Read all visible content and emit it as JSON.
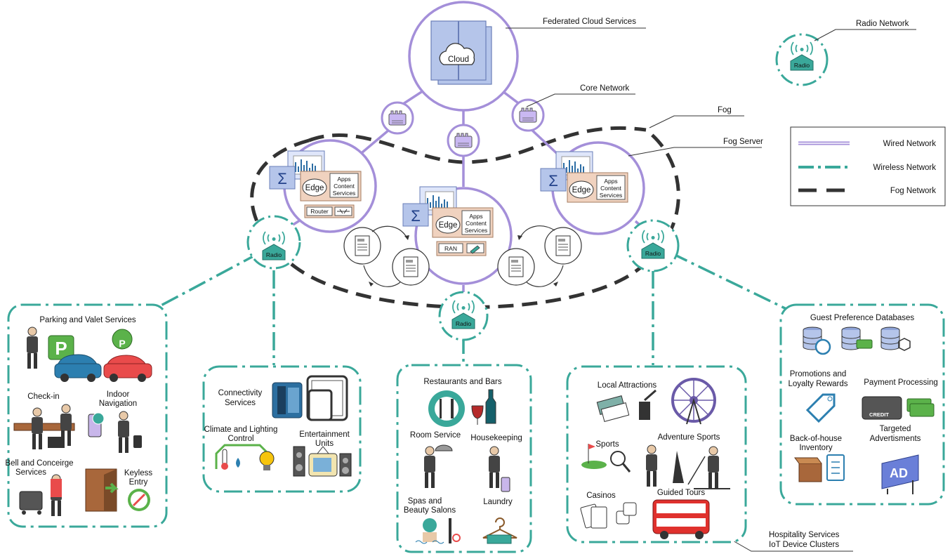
{
  "colors": {
    "wired": "#a48fd9",
    "wired_dark": "#6a55a8",
    "wireless": "#3aa89a",
    "fog": "#333333",
    "edge_fill": "#f0d2bf",
    "cloud_fill": "#b5c5ea",
    "router_fill": "#c9b8f2"
  },
  "callouts": {
    "cloud": "Federated Cloud Services",
    "core": "Core Network",
    "fog": "Fog",
    "fog_server": "Fog Server",
    "radio_network": "Radio Network",
    "iot_line1": "Hospitality Services",
    "iot_line2": "IoT Device Clusters"
  },
  "cloud_label": "Cloud",
  "fog_node": {
    "edge": "Edge",
    "apps_line1": "Apps",
    "apps_line2": "Content",
    "apps_line3": "Services",
    "router": "Router",
    "ran": "RAN"
  },
  "radio_label": "Radio",
  "legend": {
    "wired": "Wired Network",
    "wireless": "Wireless Network",
    "fog": "Fog Network"
  },
  "clusters": {
    "parking": {
      "title": "Parking and Valet Services",
      "checkin": "Check-in",
      "indoor_1": "Indoor",
      "indoor_2": "Navigation",
      "bell_1": "Bell and Conceirge",
      "bell_2": "Services",
      "keyless_1": "Keyless",
      "keyless_2": "Entry",
      "parking_sign": "P"
    },
    "connectivity": {
      "conn_1": "Connectivity",
      "conn_2": "Services",
      "climate_1": "Climate and Lighting",
      "climate_2": "Control",
      "ent_1": "Entertainment",
      "ent_2": "Units"
    },
    "restaurants": {
      "title": "Restaurants and Bars",
      "room": "Room Service",
      "house": "Housekeeping",
      "spa_1": "Spas and",
      "spa_2": "Beauty Salons",
      "laundry": "Laundry"
    },
    "attractions": {
      "local": "Local Attractions",
      "sports": "Sports",
      "adventure": "Adventure Sports",
      "casinos": "Casinos",
      "tours": "Guided Tours"
    },
    "guest": {
      "title": "Guest Preference Databases",
      "promo_1": "Promotions and",
      "promo_2": "Loyalty Rewards",
      "payment": "Payment Processing",
      "credit": "CREDIT",
      "back_1": "Back-of-house",
      "back_2": "Inventory",
      "ads_1": "Targeted",
      "ads_2": "Advertisments",
      "ad_sign": "AD"
    }
  }
}
